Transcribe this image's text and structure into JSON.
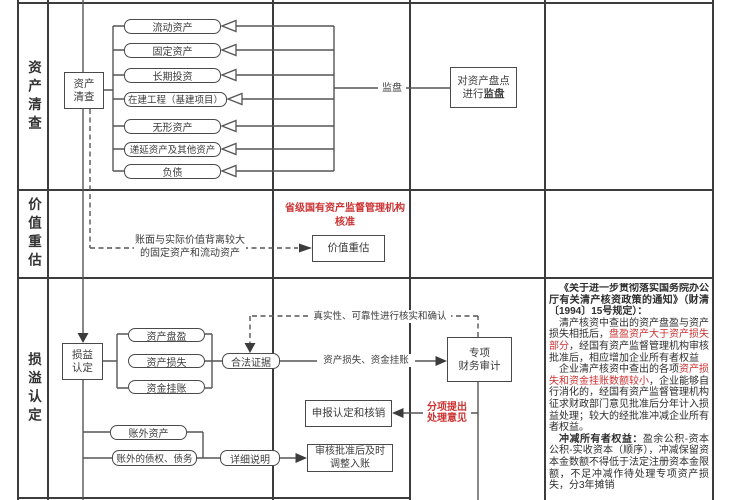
{
  "rows": [
    {
      "label": "资产清查"
    },
    {
      "label": "价值重估"
    },
    {
      "label": "损溢认定"
    }
  ],
  "asset_check": {
    "root_lines": [
      "资产",
      "清查"
    ],
    "asset_types": [
      "流动资产",
      "固定资产",
      "长期投资",
      "在建工程（基建项目）",
      "无形资产",
      "递延资产及其他资产",
      "负债"
    ],
    "supervise_line_label": "监盘",
    "supervise_box": {
      "line1": "对资产盘点",
      "line2_normal": "进行",
      "line2_bold": "监盘"
    }
  },
  "revaluation": {
    "approval_note": {
      "line1": "省级国有资产监督管理机构",
      "line2": "核准"
    },
    "condition": {
      "line1": "账面与实际价值背离较大",
      "line2": "的固定资产和流动资产"
    },
    "box": "价值重估"
  },
  "loss_determination": {
    "root_lines": [
      "损益",
      "认定"
    ],
    "findings": [
      "资产盘盈",
      "资产损失",
      "资金挂账"
    ],
    "evidence_box": "合法证据",
    "verify_label": "真实性、可靠性进行核实和确认",
    "loss_flow_label": "资产损失、资金挂账",
    "audit_box_lines": [
      "专项",
      "财务审计"
    ],
    "opinion_note": {
      "line1": "分项提出",
      "line2": "处理意见"
    },
    "declare_box": "申报认定和核销",
    "off_book_assets": "账外资产",
    "off_book_claims": "账外的债权、债务",
    "detail_box": "详细说明",
    "adjust_box_lines": [
      "审核批准后及时",
      "调整入账"
    ]
  },
  "regulation": {
    "title": "《关于进一步贯彻落实国务院办公厅有关清产核资政策的通知》（财清〔1994〕15号规定）：",
    "para1": {
      "pre": "清产核资中查出的资产盘盈与资产损失相抵后，",
      "red": "盘盈资产大于资产损失部分",
      "post": "，经国有资产监督管理机构审核批准后，相应增加企业所有者权益"
    },
    "para2": {
      "pre": "企业清产核资中查出的各项",
      "red": "资产损失和资金挂账数额较小",
      "post": "，企业能够自行消化的，经国有资产监督管理机构征求财政部门意见批准后分年计入损益处理；较大的经批准冲减企业所有者权益。"
    },
    "para3": {
      "bold": "冲减所有者权益：",
      "rest": "盈余公积-资本公积-实收资本（顺序），冲减保留资本金数额不得低于法定注册资本金限额，不足冲减作待处理专项资产损失，分3年摊销"
    }
  },
  "colors": {
    "accent_red": "#cc3333",
    "grid_line": "#3c3c3c",
    "flow_line": "#555555"
  }
}
